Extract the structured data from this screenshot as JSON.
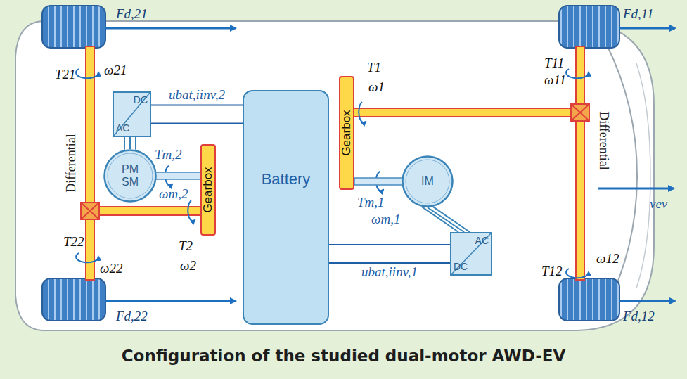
{
  "diagram": {
    "caption": "Configuration of the studied dual-motor AWD-EV",
    "nodes": [
      {
        "text": [
          "DC",
          "AC"
        ]
      },
      {
        "text": [
          "PM SM"
        ]
      },
      {
        "text": [
          "Gearbox"
        ]
      },
      {
        "text": [
          "Battery"
        ]
      },
      {
        "text": [
          "Gearbox"
        ]
      },
      {
        "text": [
          "IM"
        ]
      },
      {
        "text": [
          "AC",
          "DC"
        ]
      }
    ],
    "edges": [
      {
        "from": 0,
        "to": 3,
        "arrow": "none",
        "label": "ubat,iinv,2"
      },
      {
        "from": 0,
        "to": 1,
        "arrow": "none"
      },
      {
        "from": 1,
        "to": 2,
        "arrow": "none"
      },
      {
        "from": 4,
        "to": 5,
        "arrow": "none"
      },
      {
        "from": 5,
        "to": 6,
        "arrow": "none"
      },
      {
        "from": 6,
        "to": 3,
        "arrow": "none",
        "label": "ubat,iinv,1"
      }
    ],
    "labels": [
      "Fd,21",
      "Fd,11",
      "Fd,22",
      "Fd,12",
      "T21",
      "ω21",
      "T22",
      "ω22",
      "T11",
      "ω11",
      "T12",
      "ω12",
      "T1",
      "ω1",
      "T2",
      "ω2",
      "Tm,2",
      "ωm,2",
      "Tm,1",
      "ωm,1",
      "Differential",
      "Differential",
      "vev"
    ]
  }
}
